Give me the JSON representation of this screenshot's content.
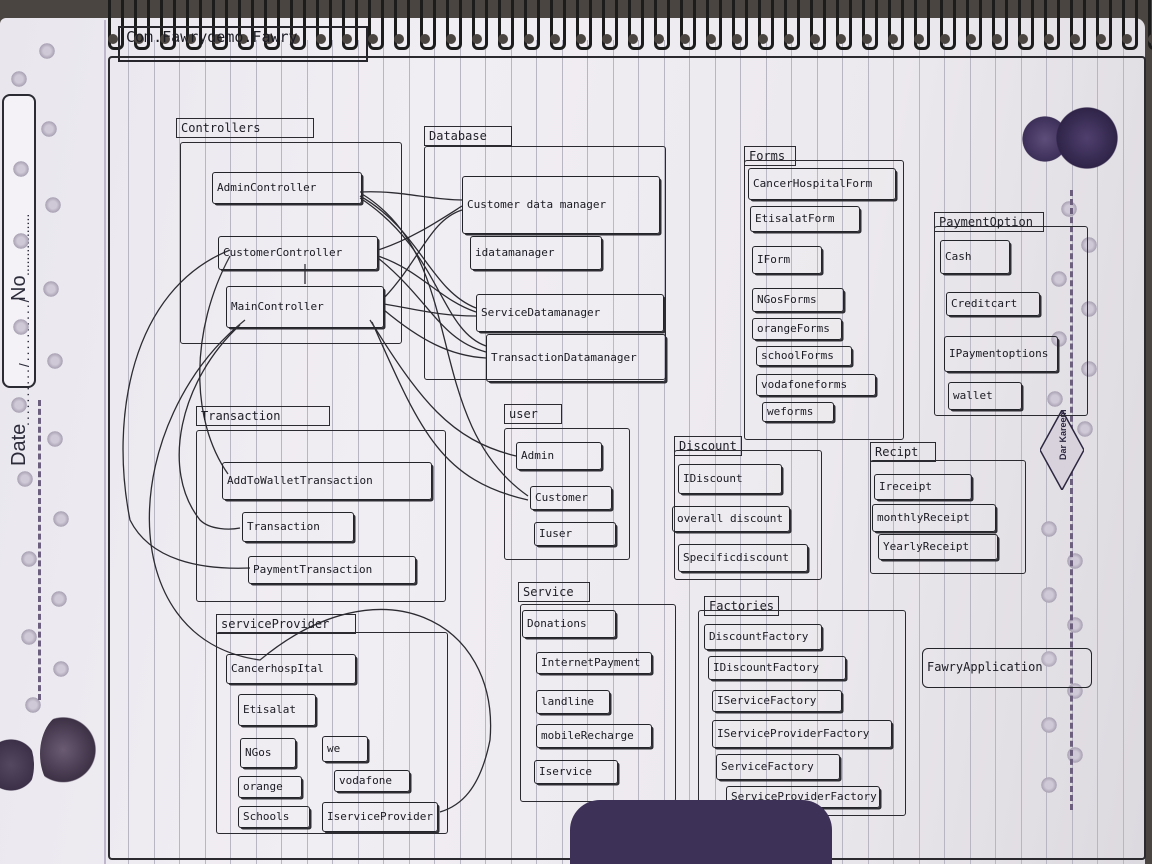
{
  "root_package": {
    "label": "Com.Fawrydemo.Fawry"
  },
  "margin": {
    "date_label": "Date",
    "no_label": "No",
    "brand": "Dar Kareem"
  },
  "packages": [
    {
      "id": "controllers",
      "label": "Controllers",
      "classes": [
        "AdminController",
        "CustomerController",
        "MainController"
      ]
    },
    {
      "id": "database",
      "label": "Database",
      "classes": [
        "Customer data manager",
        "idatamanager",
        "ServiceDatamanager",
        "TransactionDatamanager"
      ]
    },
    {
      "id": "forms",
      "label": "Forms",
      "classes": [
        "CancerHospitalForm",
        "EtisalatForm",
        "IForm",
        "NGosForms",
        "orangeForms",
        "schoolForms",
        "vodafoneforms",
        "weforms"
      ]
    },
    {
      "id": "paymentoption",
      "label": "PaymentOption",
      "classes": [
        "Cash",
        "Creditcart",
        "IPaymentoptions",
        "wallet"
      ]
    },
    {
      "id": "transaction",
      "label": "Transaction",
      "classes": [
        "AddToWalletTransaction",
        "Transaction",
        "PaymentTransaction"
      ]
    },
    {
      "id": "user",
      "label": "user",
      "classes": [
        "Admin",
        "Customer",
        "Iuser"
      ]
    },
    {
      "id": "discount",
      "label": "Discount",
      "classes": [
        "IDiscount",
        "overall discount",
        "Specificdiscount"
      ]
    },
    {
      "id": "receipt",
      "label": "Recipt",
      "classes": [
        "Ireceipt",
        "monthlyReceipt",
        "YearlyReceipt"
      ]
    },
    {
      "id": "serviceprovider",
      "label": "serviceProvider",
      "classes": [
        "CancerhospItal",
        "Etisalat",
        "NGos",
        "we",
        "orange",
        "vodafone",
        "Schools",
        "IserviceProvider"
      ]
    },
    {
      "id": "service",
      "label": "Service",
      "classes": [
        "Donations",
        "InternetPayment",
        "landline",
        "mobileRecharge",
        "Iservice"
      ]
    },
    {
      "id": "factories",
      "label": "Factories",
      "classes": [
        "DiscountFactory",
        "IDiscountFactory",
        "IServiceFactory",
        "IServiceProviderFactory",
        "ServiceFactory",
        "ServiceProviderFactory"
      ]
    }
  ],
  "standalone": {
    "label": "FawryApplication"
  },
  "colors": {
    "ink": "#23232a",
    "paper": "#ece9ee",
    "rule": "#b9b6c4",
    "binder_tab": "#3d3158",
    "background": "#4a4540"
  }
}
